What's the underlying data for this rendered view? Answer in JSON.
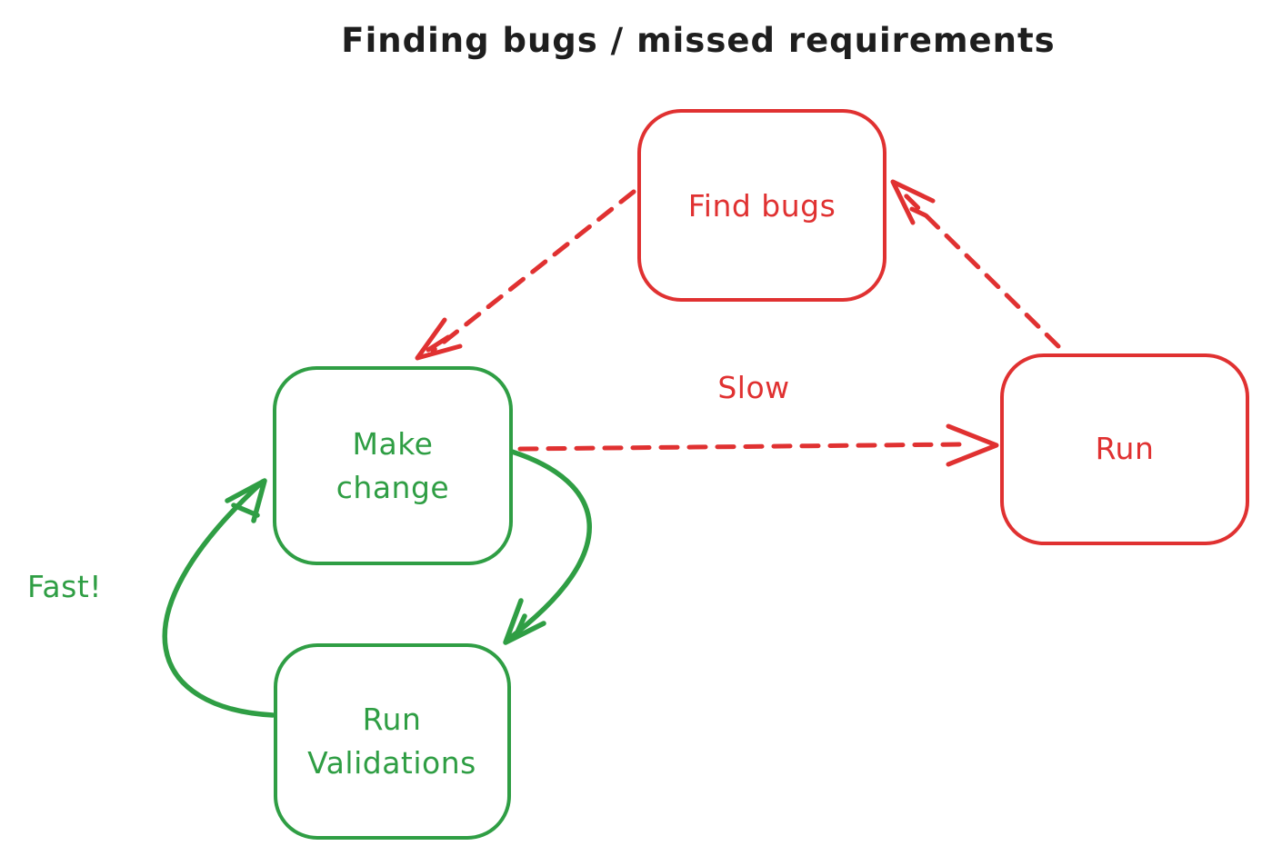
{
  "title": "Finding bugs / missed requirements",
  "colors": {
    "red": "#e03131",
    "green": "#2f9e44",
    "ink": "#1e1e1e",
    "background": "#ffffff"
  },
  "nodes": [
    {
      "id": "find-bugs",
      "label": "Find bugs",
      "color": "red"
    },
    {
      "id": "run",
      "label": "Run",
      "color": "red"
    },
    {
      "id": "make-change",
      "label": "Make change",
      "color": "green"
    },
    {
      "id": "run-validations",
      "label": "Run Validations",
      "color": "green"
    }
  ],
  "edges": [
    {
      "from": "find-bugs",
      "to": "make-change",
      "style": "dashed",
      "color": "red",
      "label": ""
    },
    {
      "from": "run",
      "to": "find-bugs",
      "style": "dashed",
      "color": "red",
      "label": ""
    },
    {
      "from": "make-change",
      "to": "run",
      "style": "dashed",
      "color": "red",
      "label": "Slow"
    },
    {
      "from": "make-change",
      "to": "run-validations",
      "style": "solid",
      "color": "green",
      "label": ""
    },
    {
      "from": "run-validations",
      "to": "make-change",
      "style": "solid",
      "color": "green",
      "label": "Fast!"
    }
  ],
  "edge_labels": {
    "slow": "Slow",
    "fast": "Fast!"
  }
}
